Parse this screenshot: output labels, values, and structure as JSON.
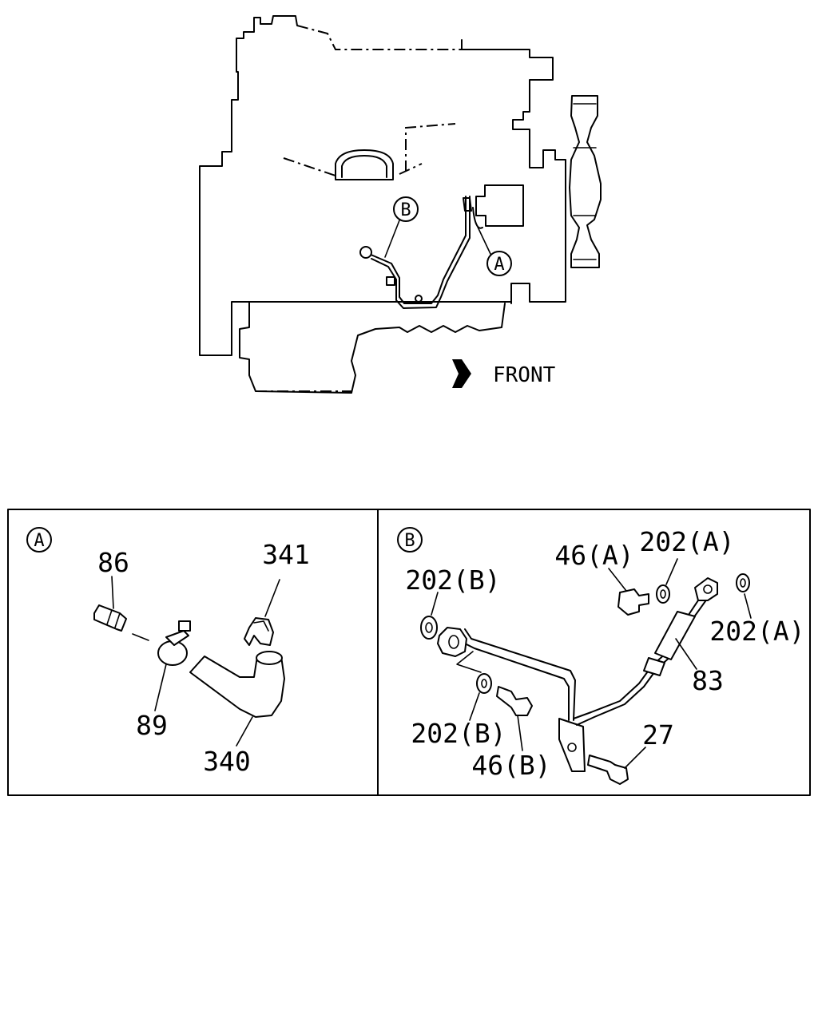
{
  "overview": {
    "direction_label": "FRONT",
    "callout_a": "A",
    "callout_b": "B"
  },
  "panel_a": {
    "marker": "A",
    "parts": [
      "86",
      "89",
      "341",
      "340"
    ]
  },
  "panel_b": {
    "marker": "B",
    "parts": [
      "202(B)",
      "46(A)",
      "202(A)",
      "202(A)",
      "83",
      "202(B)",
      "46(B)",
      "27"
    ]
  },
  "colors": {
    "line": "#000000",
    "background": "#ffffff"
  }
}
